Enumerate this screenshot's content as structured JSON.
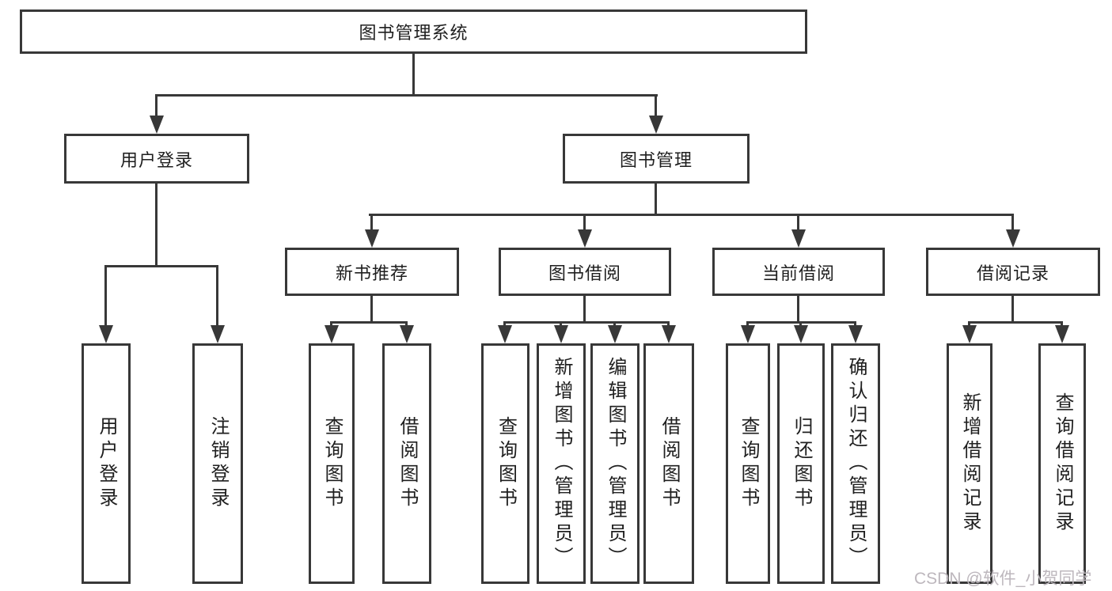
{
  "diagram": {
    "root": "图书管理系统",
    "level1": [
      "用户登录",
      "图书管理"
    ],
    "level2": [
      "新书推荐",
      "图书借阅",
      "当前借阅",
      "借阅记录"
    ],
    "level3_groups": [
      {
        "parent": "用户登录",
        "children": [
          "用户登录",
          "注销登录"
        ]
      },
      {
        "parent": "新书推荐",
        "children": [
          "查询图书",
          "借阅图书"
        ]
      },
      {
        "parent": "图书借阅",
        "children": [
          "查询图书",
          "新增图书（管理员）",
          "编辑图书（管理员）",
          "借阅图书"
        ]
      },
      {
        "parent": "当前借阅",
        "children": [
          "查询图书",
          "归还图书",
          "确认归还（管理员）"
        ]
      },
      {
        "parent": "借阅记录",
        "children": [
          "新增借阅记录",
          "查询借阅记录"
        ]
      }
    ]
  },
  "watermark": "CSDN @软件_小贺同学",
  "colors": {
    "line": "#383838",
    "text": "#1f1f1f",
    "watermark": "#bdb7bd",
    "background": "#ffffff"
  }
}
